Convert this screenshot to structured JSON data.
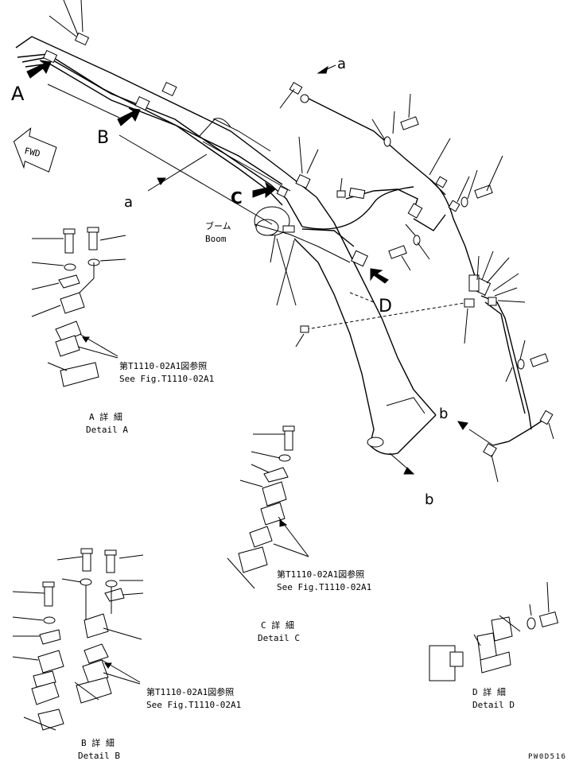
{
  "callouts": {
    "A": "A",
    "B": "B",
    "C": "C",
    "D": "D",
    "a_top": "a",
    "a_left": "a",
    "b_right": "b",
    "b_bottom": "b"
  },
  "fwd_label": "FWD",
  "boom_label_jp": "ブーム",
  "boom_label_en": "Boom",
  "details": {
    "A": {
      "title_jp": "A 詳 細",
      "title_en": "Detail A",
      "ref_jp": "第T1110-02A1図参照",
      "ref_en": "See Fig.T1110-02A1"
    },
    "B": {
      "title_jp": "B 詳 細",
      "title_en": "Detail B",
      "ref_jp": "第T1110-02A1図参照",
      "ref_en": "See Fig.T1110-02A1"
    },
    "C": {
      "title_jp": "C 詳 細",
      "title_en": "Detail C",
      "ref_jp": "第T1110-02A1図参照",
      "ref_en": "See Fig.T1110-02A1"
    },
    "D": {
      "title_jp": "D 詳 細",
      "title_en": "Detail D"
    }
  },
  "drawing_code": "PW0D516"
}
